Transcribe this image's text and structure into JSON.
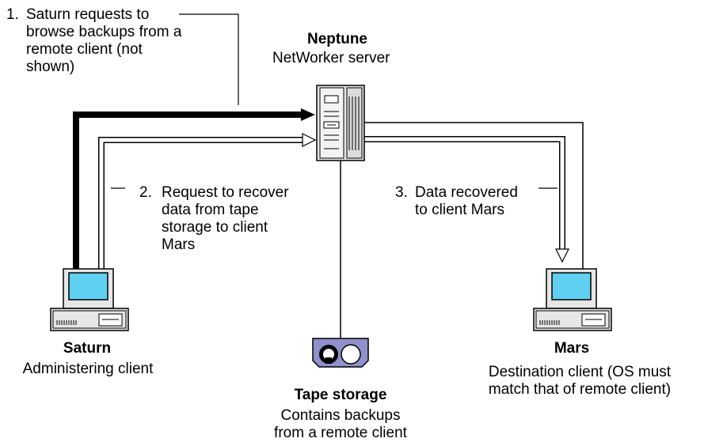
{
  "nodes": {
    "server": {
      "name": "Neptune",
      "role": "NetWorker server",
      "icon": "server-icon"
    },
    "admin_client": {
      "name": "Saturn",
      "role": "Administering client",
      "icon": "computer-icon"
    },
    "dest_client": {
      "name": "Mars",
      "role_line1": "Destination client (OS must",
      "role_line2": "match that of remote client)",
      "icon": "computer-icon"
    },
    "tape": {
      "name": "Tape storage",
      "desc_line1": "Contains backups",
      "desc_line2": "from a remote client",
      "icon": "tape-icon"
    }
  },
  "steps": [
    {
      "number": "1.",
      "lines": [
        "Saturn requests to",
        "browse backups from a",
        "remote client (not",
        "shown)"
      ]
    },
    {
      "number": "2.",
      "lines": [
        "Request to recover",
        "data from tape",
        "storage to client",
        "Mars"
      ]
    },
    {
      "number": "3.",
      "lines": [
        "Data recovered",
        "to client Mars"
      ]
    }
  ],
  "colors": {
    "screen": "#5fd0f0",
    "tape_body": "#9090cc",
    "line": "#000000",
    "fill": "#ffffff",
    "device": "#e6e6e6"
  }
}
